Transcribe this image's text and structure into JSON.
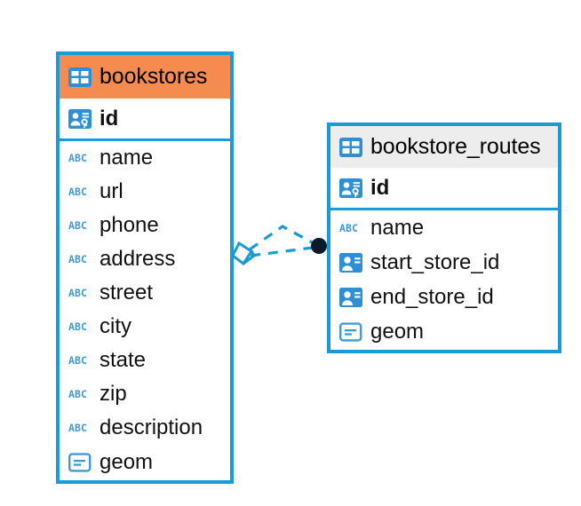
{
  "diagram": {
    "type": "entity-relationship-diagram",
    "colors": {
      "border": "#1A9BD7",
      "accent": "#1A9BD7",
      "header_highlight": "#F68B4F",
      "header_default": "#EDEDED",
      "connector": "#1A9BD7",
      "endpoint_fill": "#0B1A2B",
      "background": "#FFFFFF"
    },
    "entities": [
      {
        "name": "bookstores",
        "header_style": "orange",
        "icon": "table-icon",
        "columns": [
          {
            "name": "id",
            "icon": "primary-key-icon",
            "type": "pk"
          },
          {
            "name": "name",
            "icon": "abc-icon",
            "type": "text"
          },
          {
            "name": "url",
            "icon": "abc-icon",
            "type": "text"
          },
          {
            "name": "phone",
            "icon": "abc-icon",
            "type": "text"
          },
          {
            "name": "address",
            "icon": "abc-icon",
            "type": "text"
          },
          {
            "name": "street",
            "icon": "abc-icon",
            "type": "text"
          },
          {
            "name": "city",
            "icon": "abc-icon",
            "type": "text"
          },
          {
            "name": "state",
            "icon": "abc-icon",
            "type": "text"
          },
          {
            "name": "zip",
            "icon": "abc-icon",
            "type": "text"
          },
          {
            "name": "description",
            "icon": "abc-icon",
            "type": "text"
          },
          {
            "name": "geom",
            "icon": "geometry-icon",
            "type": "geometry"
          }
        ]
      },
      {
        "name": "bookstore_routes",
        "header_style": "grey",
        "icon": "table-icon",
        "columns": [
          {
            "name": "id",
            "icon": "primary-key-icon",
            "type": "pk"
          },
          {
            "name": "name",
            "icon": "abc-icon",
            "type": "text"
          },
          {
            "name": "start_store_id",
            "icon": "foreign-key-icon",
            "type": "fk"
          },
          {
            "name": "end_store_id",
            "icon": "foreign-key-icon",
            "type": "fk"
          },
          {
            "name": "geom",
            "icon": "geometry-icon",
            "type": "geometry"
          }
        ]
      }
    ],
    "relationships": [
      {
        "from": "bookstores",
        "to": "bookstore_routes",
        "source_marker": "diamond-outline",
        "target_marker": "filled-circle",
        "line_style": "dashed",
        "edges": 2
      }
    ]
  }
}
